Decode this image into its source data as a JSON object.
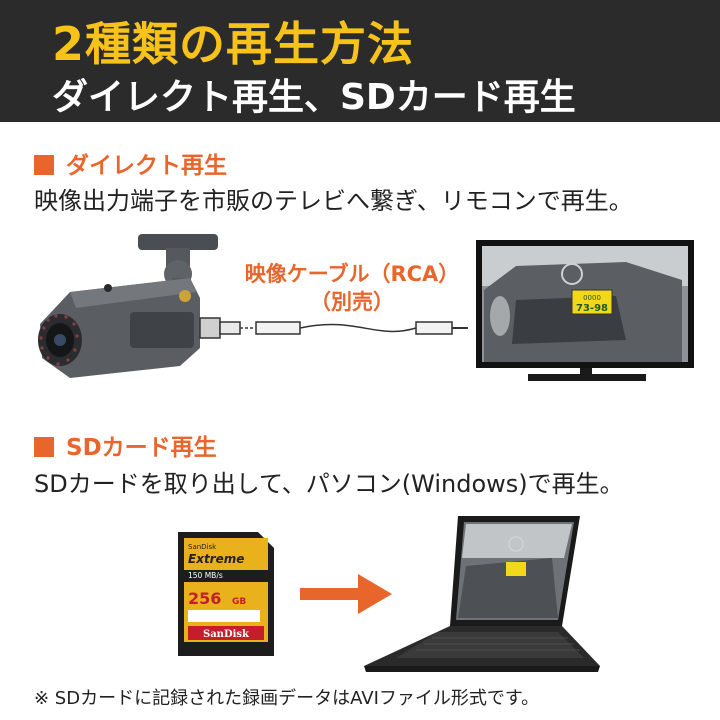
{
  "header": {
    "title": "2種類の再生方法",
    "subtitle": "ダイレクト再生、SDカード再生",
    "background": "#2b2b2b",
    "title_color": "#f7c21a"
  },
  "section_direct": {
    "heading": "ダイレクト再生",
    "description": "映像出力端子を市販のテレビへ繋ぎ、リモコンで再生。",
    "cable_label_line1": "映像ケーブル（RCA）",
    "cable_label_line2": "（別売）",
    "plate_line1": "0000",
    "plate_line2": "73-98"
  },
  "section_sd": {
    "heading": "SDカード再生",
    "description": "SDカードを取り出して、パソコン(Windows)で再生。",
    "card": {
      "brand_top": "SanDisk",
      "model": "Extreme",
      "speed": "150 MB/s",
      "capacity": "256",
      "unit": "GB",
      "brand_bottom": "SanDisk"
    }
  },
  "note": "※ SDカードに記録された録画データはAVIファイル形式です。",
  "accent_color": "#e8662b"
}
